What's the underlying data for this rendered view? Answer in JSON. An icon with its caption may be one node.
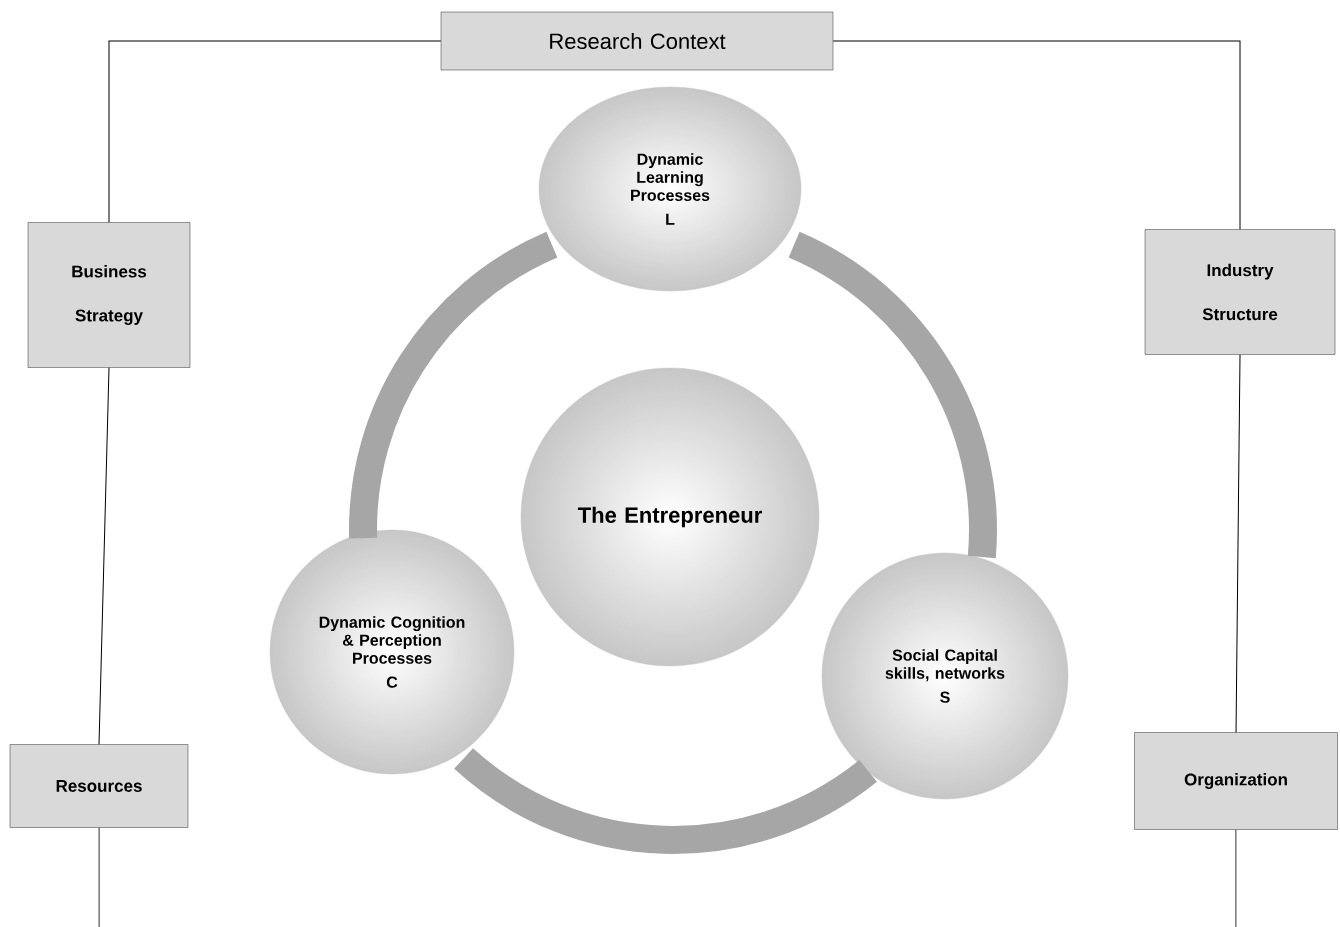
{
  "diagram": {
    "nodes": [
      {
        "text": [
          "Research Context"
        ]
      },
      {
        "text": [
          "Business Strategy"
        ]
      },
      {
        "text": [
          "Industry Structure"
        ]
      },
      {
        "text": [
          "Resources"
        ]
      },
      {
        "text": [
          "Organization"
        ]
      },
      {
        "text": [
          "Dynamic Learning Processes",
          "L"
        ]
      },
      {
        "text": [
          "The Entrepreneur"
        ]
      },
      {
        "text": [
          "Dynamic Cognition & Perception Processes",
          "C"
        ]
      },
      {
        "text": [
          "Social Capital skills, networks",
          "S"
        ]
      }
    ],
    "edges": [
      {
        "from": 0,
        "to": 1,
        "arrow": "none"
      },
      {
        "from": 0,
        "to": 2,
        "arrow": "none"
      },
      {
        "from": 1,
        "to": 3,
        "arrow": "none"
      },
      {
        "from": 2,
        "to": 4,
        "arrow": "none"
      },
      {
        "from": 3,
        "to": null,
        "arrow": "none"
      },
      {
        "from": 4,
        "to": null,
        "arrow": "none"
      },
      {
        "from": 5,
        "to": 8,
        "arrow": "none",
        "style": "thick",
        "color": "#a6a6a6"
      },
      {
        "from": 8,
        "to": 7,
        "arrow": "none",
        "style": "thick",
        "color": "#a6a6a6"
      },
      {
        "from": 7,
        "to": 5,
        "arrow": "none",
        "style": "thick",
        "color": "#a6a6a6"
      }
    ]
  }
}
